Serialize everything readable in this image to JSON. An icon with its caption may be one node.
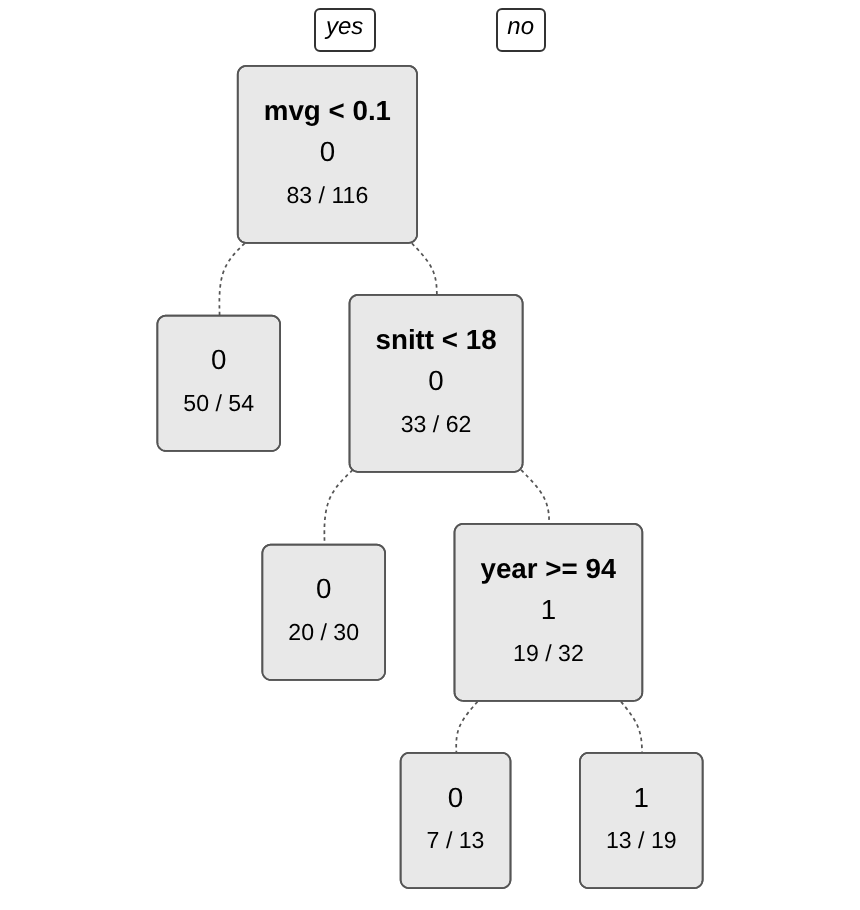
{
  "diagram": {
    "nodes": [
      {
        "text": [
          "mvg < 0.1",
          "0",
          "83 / 116"
        ]
      },
      {
        "text": [
          "0",
          "50 / 54"
        ]
      },
      {
        "text": [
          "snitt < 18",
          "0",
          "33 / 62"
        ]
      },
      {
        "text": [
          "0",
          "20 / 30"
        ]
      },
      {
        "text": [
          "year >= 94",
          "1",
          "19 / 32"
        ]
      },
      {
        "text": [
          "0",
          "7 / 13"
        ]
      },
      {
        "text": [
          "1",
          "13 / 19"
        ]
      }
    ],
    "edges": [
      {
        "from": 0,
        "to": 1,
        "arrow": "none",
        "style": "dashed"
      },
      {
        "from": 0,
        "to": 2,
        "arrow": "none",
        "style": "dashed"
      },
      {
        "from": 2,
        "to": 3,
        "arrow": "none",
        "style": "dashed"
      },
      {
        "from": 2,
        "to": 4,
        "arrow": "none",
        "style": "dashed"
      },
      {
        "from": 4,
        "to": 5,
        "arrow": "none",
        "style": "dashed"
      },
      {
        "from": 4,
        "to": 6,
        "arrow": "none",
        "style": "dashed"
      }
    ],
    "labels": [
      "yes",
      "no"
    ]
  }
}
